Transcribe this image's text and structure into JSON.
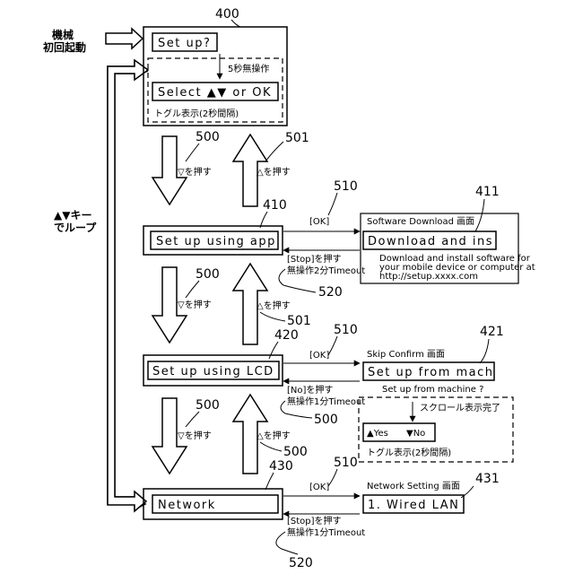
{
  "start": {
    "line1": "機械",
    "line2": "初回起動"
  },
  "loop_label": {
    "line1": "▲▼キー",
    "line2": "でループ"
  },
  "refs": {
    "r400": "400",
    "r410": "410",
    "r411": "411",
    "r420": "420",
    "r421": "421",
    "r430": "430",
    "r431": "431",
    "r500a": "500",
    "r501a": "501",
    "r510a": "510",
    "r500b": "500",
    "r501b": "501",
    "r510b": "510",
    "r520a": "520",
    "r500c": "500",
    "r500d": "500",
    "r500e": "500",
    "r510c": "510",
    "r520b": "520"
  },
  "box400": {
    "lcd1": "Set up?",
    "no_op": "5秒無操作",
    "lcd2": "Select ▲▼ or OK",
    "toggle": "トグル表示(2秒間隔)"
  },
  "press_down": "▽を押す",
  "press_up": "△を押す",
  "box410": {
    "lcd": "Set up using app"
  },
  "box411": {
    "title": "Software Download 画面",
    "lcd": "Download and ins",
    "desc1": "Download and install software for",
    "desc2": "your mobile device or computer at",
    "desc3": "http://setup.xxxx.com"
  },
  "edge410_411": {
    "ok": "[OK]",
    "stop": "[Stop]を押す",
    "timeout": "無操作2分Timeout"
  },
  "box420": {
    "lcd": "Set up using LCD"
  },
  "box421": {
    "title": "Skip Confirm 画面",
    "lcd": "Set up from mach",
    "question": "Set up from machine ?",
    "scroll_done": "スクロール表示完了",
    "yes": "▲Yes",
    "no": "▼No",
    "toggle": "トグル表示(2秒間隔)"
  },
  "edge420_421": {
    "ok": "[OK]",
    "no": "[No]を押す",
    "timeout": "無操作1分Timeout"
  },
  "box430": {
    "lcd": "Network"
  },
  "box431": {
    "title": "Network Setting 画面",
    "lcd": "1. Wired LAN"
  },
  "edge430_431": {
    "ok": "[OK]",
    "stop": "[Stop]を押す",
    "timeout": "無操作1分Timeout"
  }
}
